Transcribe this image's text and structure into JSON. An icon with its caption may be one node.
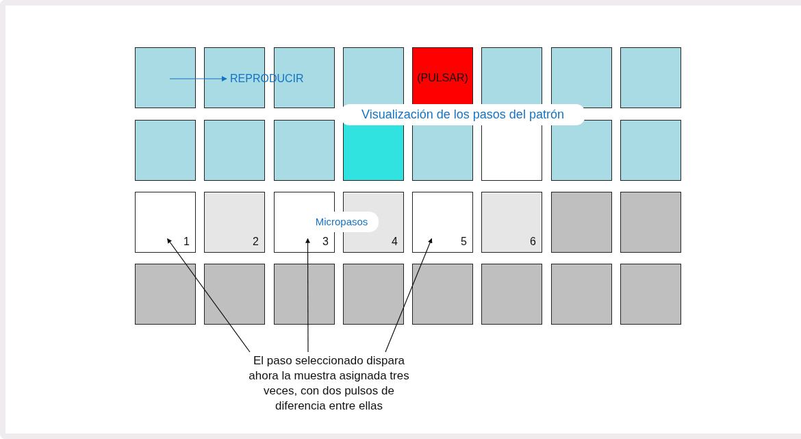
{
  "diagram": {
    "nodes": [
      {
        "text": [],
        "shape": "box"
      },
      {
        "text": [],
        "shape": "box"
      },
      {
        "text": [],
        "shape": "box"
      },
      {
        "text": [],
        "shape": "box"
      },
      {
        "text": [
          "(PULSAR)"
        ]
      },
      {
        "text": [],
        "shape": "box"
      },
      {
        "text": [],
        "shape": "box"
      },
      {
        "text": [],
        "shape": "box"
      },
      {
        "text": [],
        "shape": "box"
      },
      {
        "text": [],
        "shape": "box"
      },
      {
        "text": [],
        "shape": "box"
      },
      {
        "text": [],
        "shape": "box"
      },
      {
        "text": [],
        "shape": "box"
      },
      {
        "text": [],
        "shape": "box"
      },
      {
        "text": [],
        "shape": "box"
      },
      {
        "text": [],
        "shape": "box"
      },
      {
        "text": [
          "1"
        ]
      },
      {
        "text": [
          "2"
        ]
      },
      {
        "text": [
          "3"
        ]
      },
      {
        "text": [
          "4"
        ]
      },
      {
        "text": [
          "5"
        ]
      },
      {
        "text": [
          "6"
        ]
      },
      {
        "text": [],
        "shape": "box"
      },
      {
        "text": [],
        "shape": "box"
      },
      {
        "text": [],
        "shape": "box"
      },
      {
        "text": [],
        "shape": "box"
      },
      {
        "text": [],
        "shape": "box"
      },
      {
        "text": [],
        "shape": "box"
      },
      {
        "text": [],
        "shape": "box"
      },
      {
        "text": [],
        "shape": "box"
      },
      {
        "text": [],
        "shape": "box"
      },
      {
        "text": [],
        "shape": "box"
      },
      {
        "text": [
          "REPRODUCIR"
        ]
      },
      {
        "text": [
          "El paso seleccionado dispara ahora la muestra asignada tres veces, con dos pulsos de diferencia entre ellas"
        ]
      }
    ],
    "edges": [
      {
        "from": 0,
        "to": 32,
        "arrow": "to",
        "color": "#1473c4"
      },
      {
        "from": 33,
        "to": 16,
        "arrow": "to"
      },
      {
        "from": 33,
        "to": 18,
        "arrow": "to"
      },
      {
        "from": 33,
        "to": 20,
        "arrow": "to"
      }
    ],
    "labels": [
      "Visualización de los pasos del patrón",
      "Micropasos"
    ]
  }
}
